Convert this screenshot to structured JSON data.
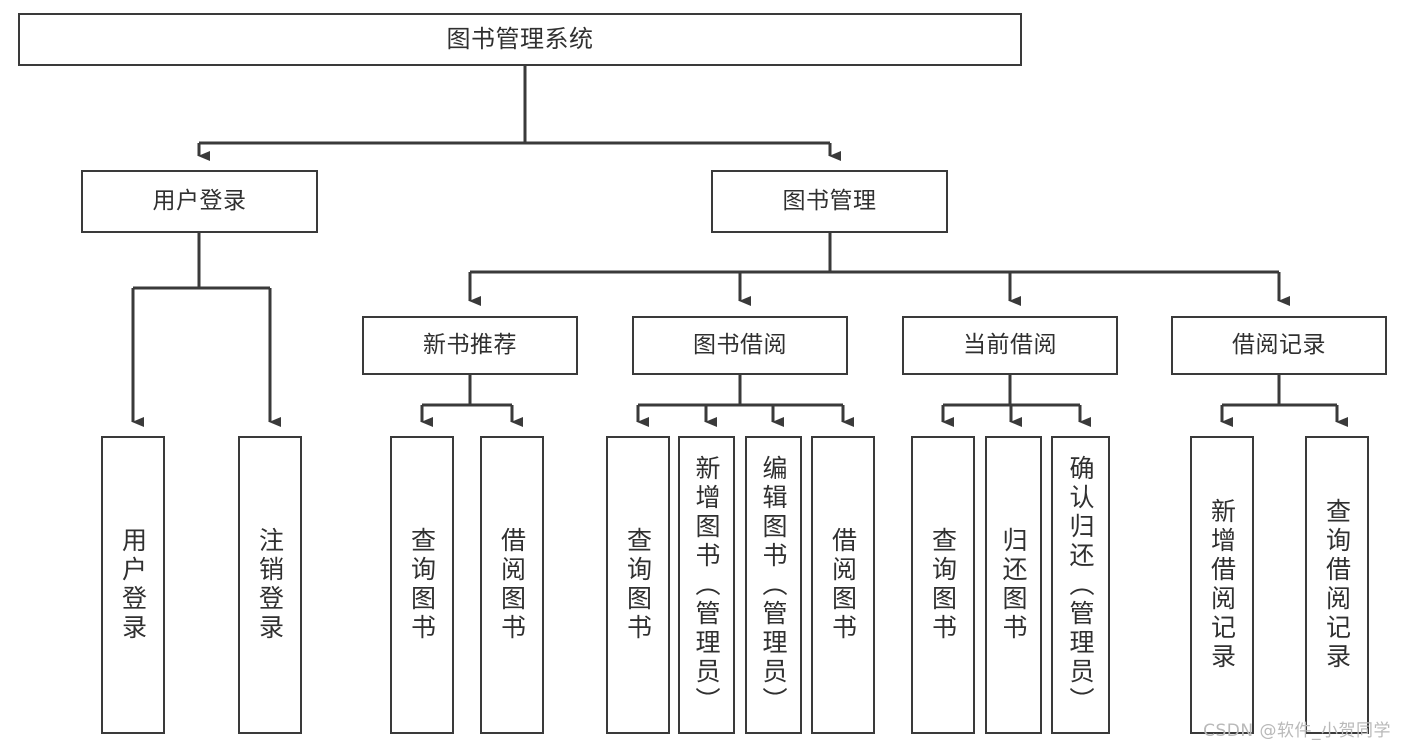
{
  "diagram": {
    "title": "图书管理系统",
    "type": "tree",
    "root": {
      "id": "root",
      "label": "图书管理系统"
    },
    "level2": [
      {
        "id": "user-login",
        "label": "用户登录"
      },
      {
        "id": "book-manage",
        "label": "图书管理"
      }
    ],
    "level3": [
      {
        "id": "new-book-recommend",
        "label": "新书推荐",
        "parent": "book-manage"
      },
      {
        "id": "book-borrow",
        "label": "图书借阅",
        "parent": "book-manage"
      },
      {
        "id": "current-borrow",
        "label": "当前借阅",
        "parent": "book-manage"
      },
      {
        "id": "borrow-record",
        "label": "借阅记录",
        "parent": "book-manage"
      }
    ],
    "leaves": [
      {
        "id": "leaf-user-login",
        "label": "用户登录",
        "parent": "user-login"
      },
      {
        "id": "leaf-logout",
        "label": "注销登录",
        "parent": "user-login"
      },
      {
        "id": "leaf-query-book-1",
        "label": "查询图书",
        "parent": "new-book-recommend"
      },
      {
        "id": "leaf-borrow-book-1",
        "label": "借阅图书",
        "parent": "new-book-recommend"
      },
      {
        "id": "leaf-query-book-2",
        "label": "查询图书",
        "parent": "book-borrow"
      },
      {
        "id": "leaf-add-book",
        "label": "新增图书（管理员）",
        "parent": "book-borrow"
      },
      {
        "id": "leaf-edit-book",
        "label": "编辑图书（管理员）",
        "parent": "book-borrow"
      },
      {
        "id": "leaf-borrow-book-2",
        "label": "借阅图书",
        "parent": "book-borrow"
      },
      {
        "id": "leaf-query-book-3",
        "label": "查询图书",
        "parent": "current-borrow"
      },
      {
        "id": "leaf-return-book",
        "label": "归还图书",
        "parent": "current-borrow"
      },
      {
        "id": "leaf-confirm-return",
        "label": "确认归还（管理员）",
        "parent": "current-borrow"
      },
      {
        "id": "leaf-add-record",
        "label": "新增借阅记录",
        "parent": "borrow-record"
      },
      {
        "id": "leaf-query-record",
        "label": "查询借阅记录",
        "parent": "borrow-record"
      }
    ],
    "watermark": "CSDN @软件_小贺同学",
    "colors": {
      "stroke": "#3a3a3a",
      "text": "#303030",
      "background": "#ffffff",
      "watermark": "#b9b9b9"
    }
  }
}
